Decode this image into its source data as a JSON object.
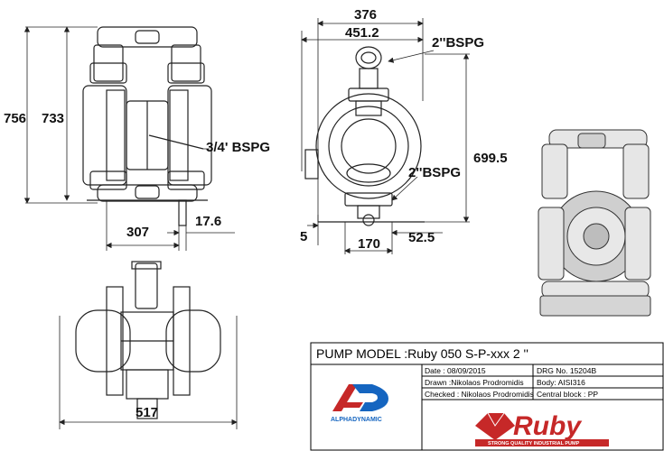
{
  "dimensions": {
    "overall_height": "756",
    "body_height": "733",
    "side_port": "3/4' BSPG",
    "foot_spacing": "307",
    "foot_offset": "17.6",
    "width_inner": "376",
    "width_outer": "451.2",
    "top_port": "2''BSPG",
    "bottom_port": "2''BSPG",
    "height_port": "699.5",
    "base_thickness": "5",
    "base_width": "170",
    "base_offset": "52.5",
    "plan_width": "517"
  },
  "title_block": {
    "model": "PUMP MODEL :Ruby 050 S-P-xxx    2 ''",
    "date": "Date : 08/09/2015",
    "drg": "DRG No. 15204B",
    "drawn": "Drawn :Nikolaos Prodromidis",
    "body": "Body: AISI316",
    "checked": "Checked : Nikolaos Prodromidis",
    "central": "Central block : PP",
    "company_logo_text": "ALPHADYNAMIC",
    "brand_logo_text": "Ruby",
    "brand_tagline": "STRONG QUALITY INDUSTRIAL PUMP"
  },
  "colors": {
    "line": "#222222",
    "logo_red": "#c62828",
    "logo_blue": "#1565c0"
  }
}
